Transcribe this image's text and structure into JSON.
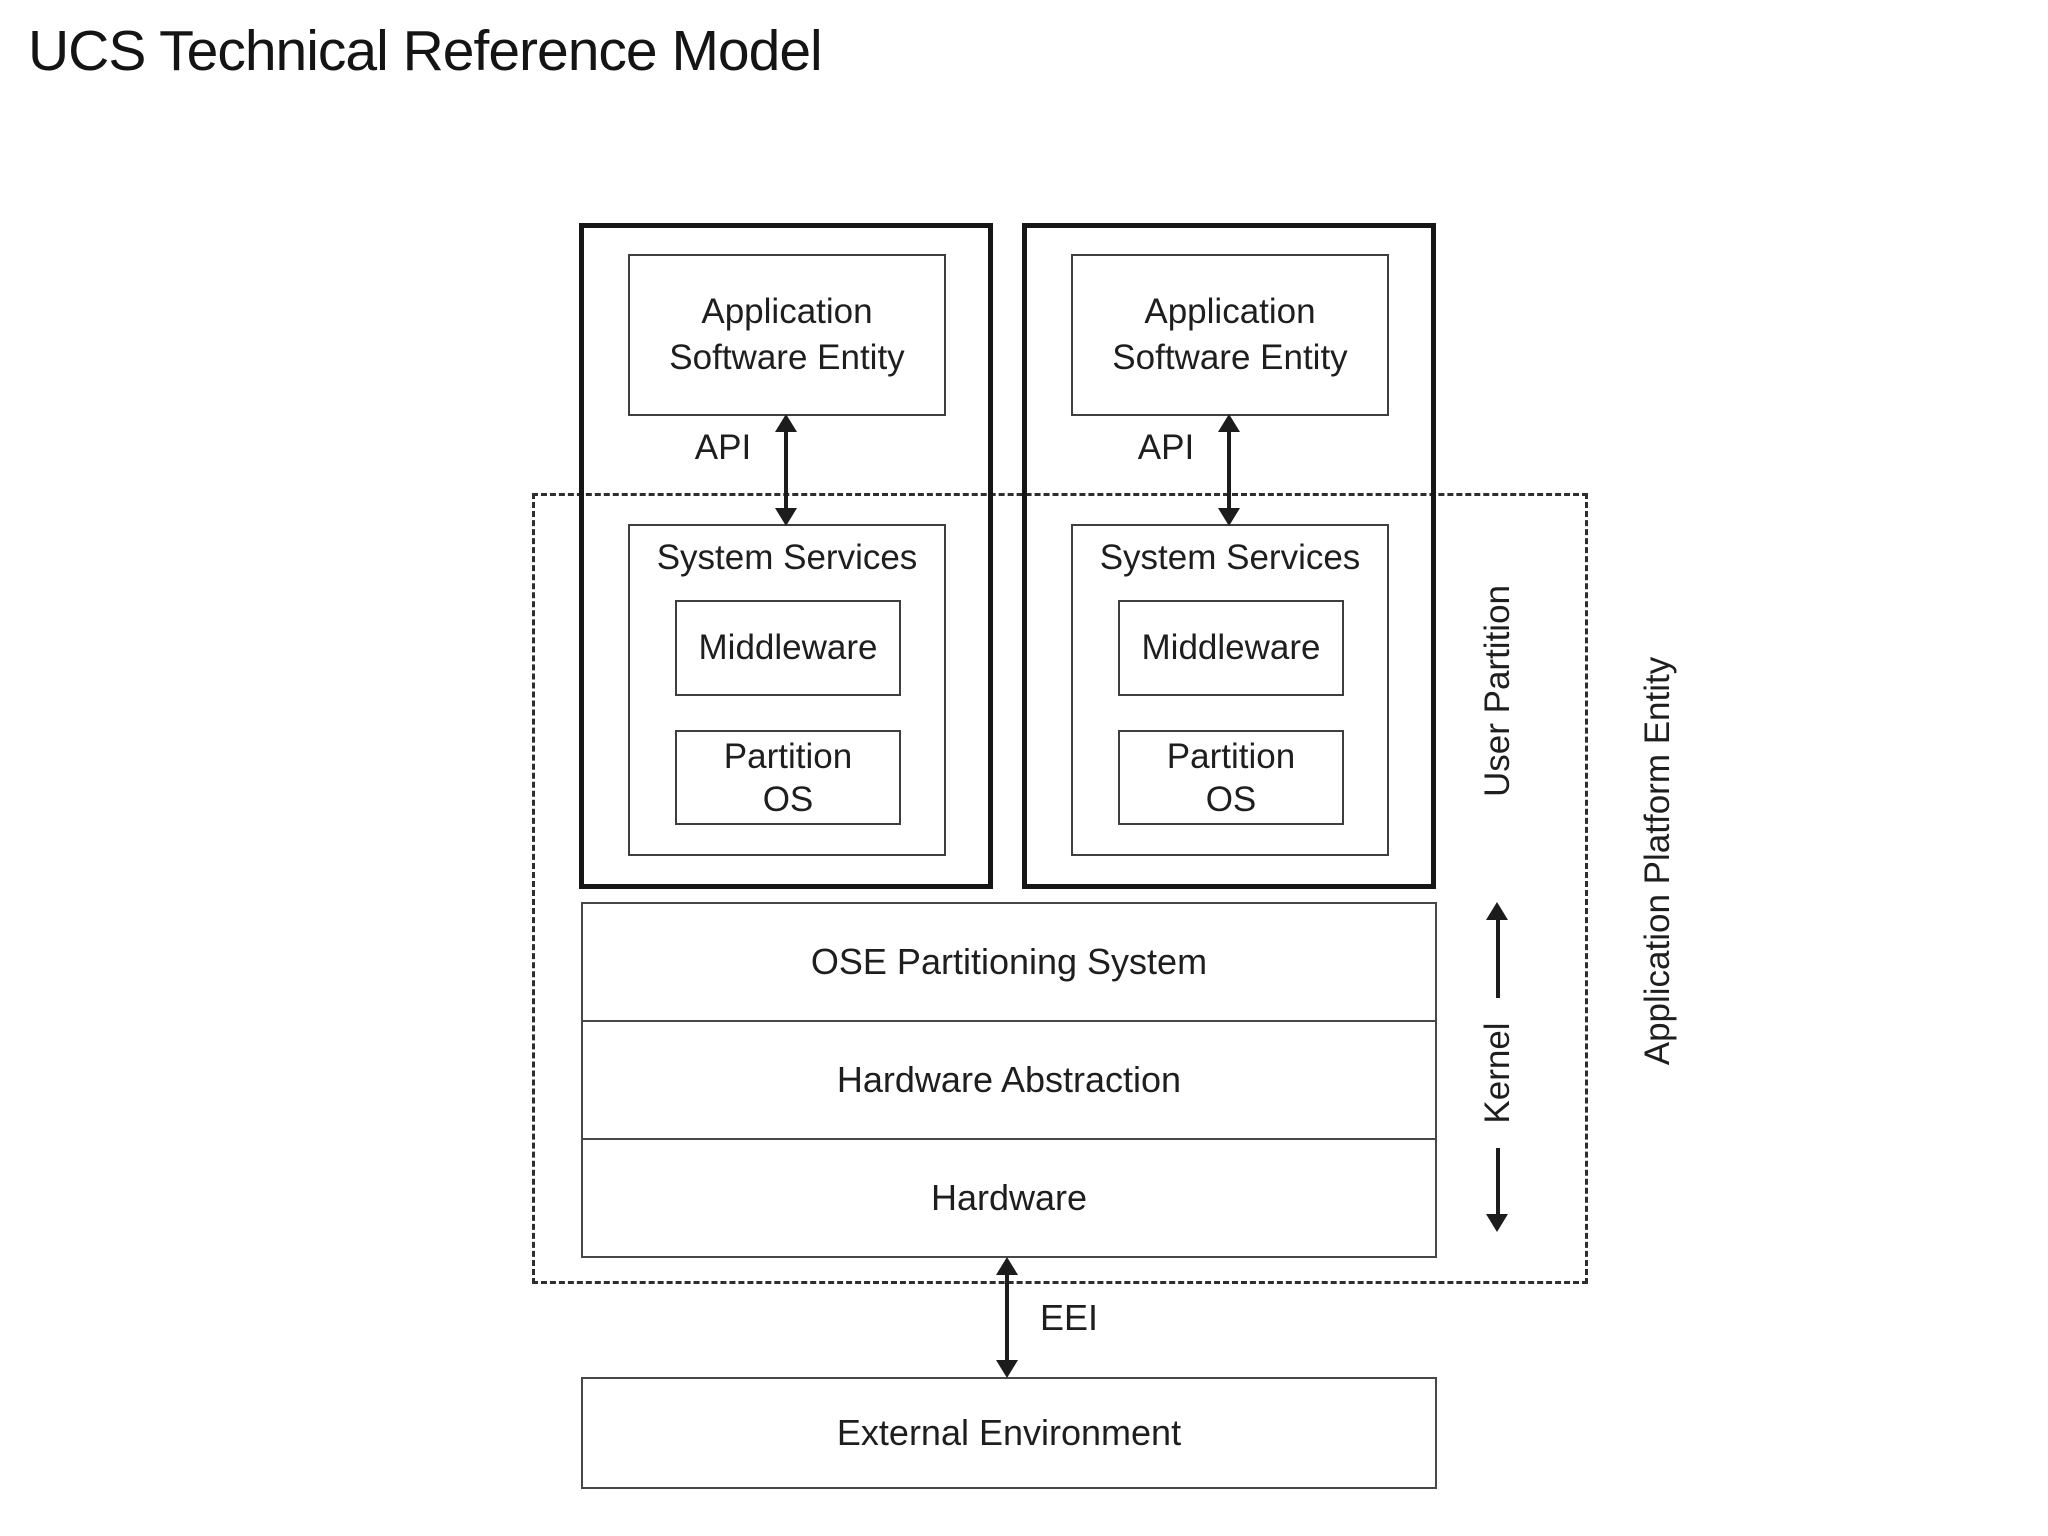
{
  "title": "UCS Technical Reference Model",
  "diagram": {
    "columns": [
      {
        "app_line1": "Application",
        "app_line2": "Software Entity",
        "api_label": "API",
        "services_label": "System Services",
        "middleware_label": "Middleware",
        "partition_line1": "Partition",
        "partition_line2": "OS"
      },
      {
        "app_line1": "Application",
        "app_line2": "Software Entity",
        "api_label": "API",
        "services_label": "System Services",
        "middleware_label": "Middleware",
        "partition_line1": "Partition",
        "partition_line2": "OS"
      }
    ],
    "stack": [
      "OSE Partitioning System",
      "Hardware Abstraction",
      "Hardware"
    ],
    "side_labels": {
      "user_partition": "User Partition",
      "kernel": "Kernel",
      "platform_entity": "Application Platform Entity"
    },
    "eei_label": "EEI",
    "external_environment_label": "External Environment",
    "colors": {
      "ink": "#1c1c1c",
      "thick_border": "#161616",
      "box_border": "#3e3e3e",
      "stack_border": "#474747",
      "dashed_border": "#2e2e2e"
    }
  }
}
